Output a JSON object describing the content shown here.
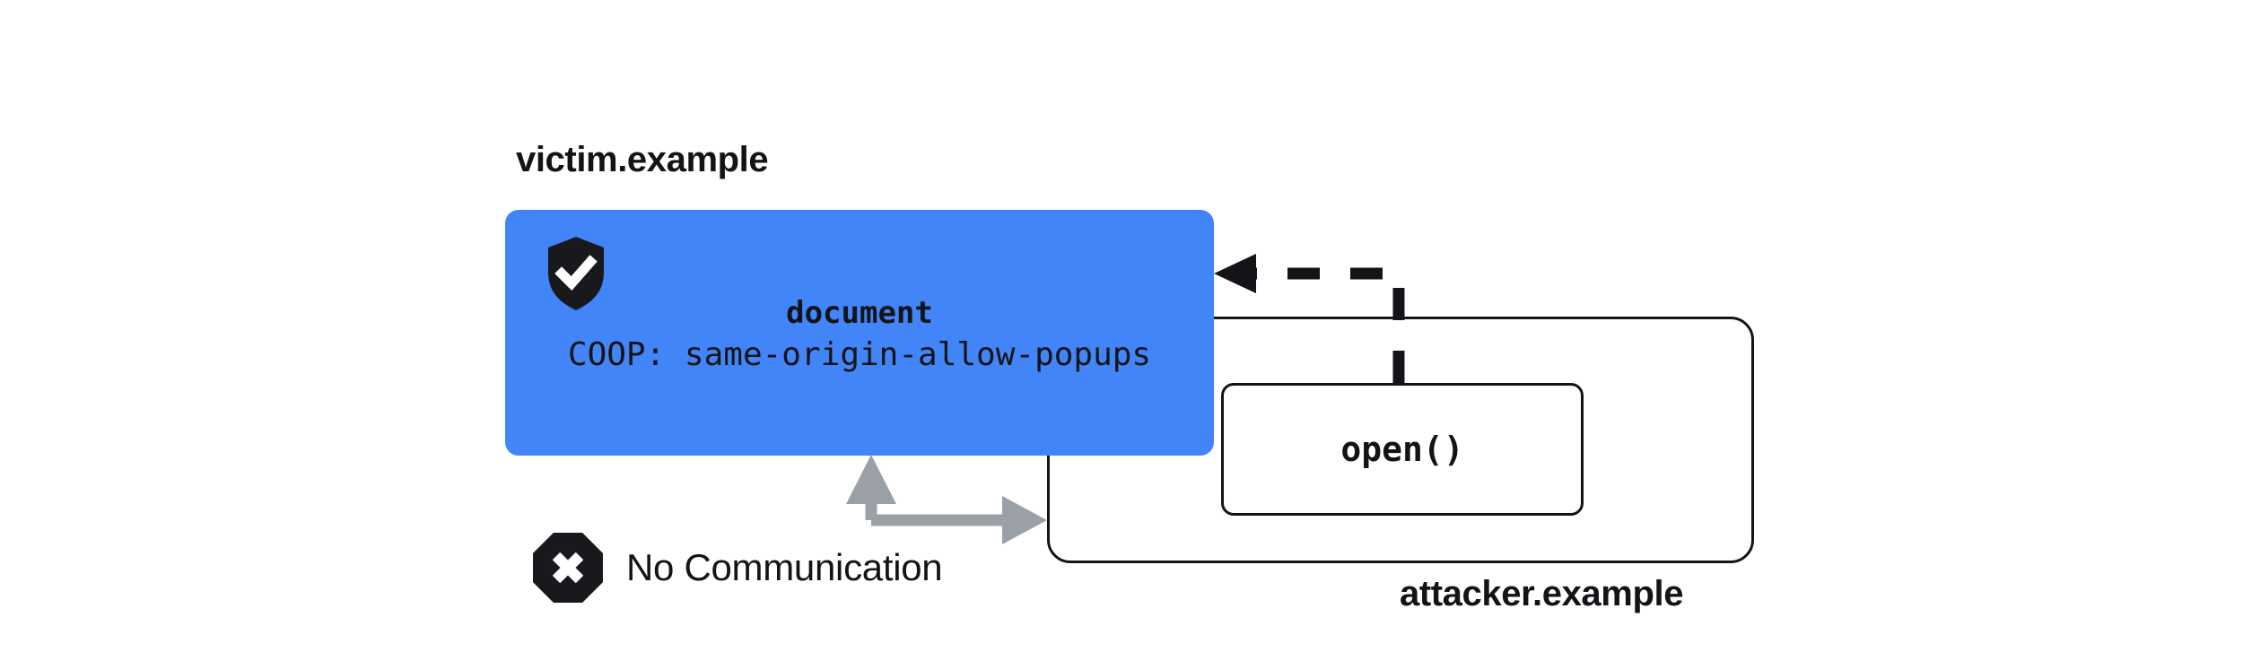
{
  "diagram": {
    "title_victim": "victim.example",
    "title_attacker": "attacker.example",
    "colors": {
      "document_box": "#4285F8",
      "ink": "#121417",
      "muted_arrow": "#9AA0A6",
      "background": "#FFFFFF"
    }
  },
  "victim": {
    "label": "victim.example",
    "document_label": "document",
    "coop_header": "COOP: same-origin-allow-popups",
    "shield_icon": "shield-check-icon"
  },
  "attacker": {
    "label": "attacker.example",
    "open_call": "open()"
  },
  "no_communication": {
    "icon": "octagon-x-icon",
    "label": "No Communication"
  },
  "connectors": {
    "open_to_document": {
      "name": "dashed-arrow-open-to-document",
      "style": "dashed",
      "direction": "to-document"
    },
    "bidirectional_blocked": {
      "name": "gray-bidirectional-arrow",
      "style": "solid",
      "direction": "both"
    }
  }
}
